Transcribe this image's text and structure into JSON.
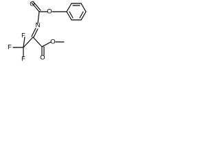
{
  "structure": {
    "atom_labels": {
      "nitrogen": "N",
      "carbonyl_oxygen_top": "O",
      "ether_oxygen_top": "O",
      "fluorine_left": "F",
      "fluorine_mid": "F",
      "fluorine_bottom": "F",
      "carbonyl_oxygen_bottom": "O",
      "ester_oxygen_bottom": "O"
    },
    "colors": {
      "bond": "#000000",
      "text": "#000000",
      "background": "#ffffff"
    }
  }
}
